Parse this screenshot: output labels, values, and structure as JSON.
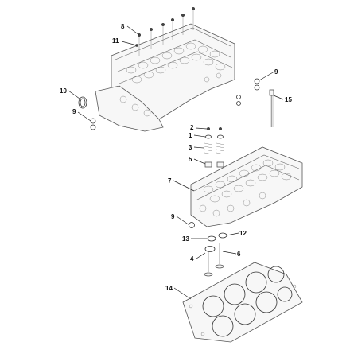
{
  "callouts": {
    "c8": "8",
    "c11": "11",
    "c10": "10",
    "c9_left": "9",
    "c9_upper_right": "9",
    "c15": "15",
    "c2": "2",
    "c1": "1",
    "c3": "3",
    "c5": "5",
    "c7": "7",
    "c9_mid": "9",
    "c13": "13",
    "c12": "12",
    "c4": "4",
    "c6": "6",
    "c14": "14"
  }
}
